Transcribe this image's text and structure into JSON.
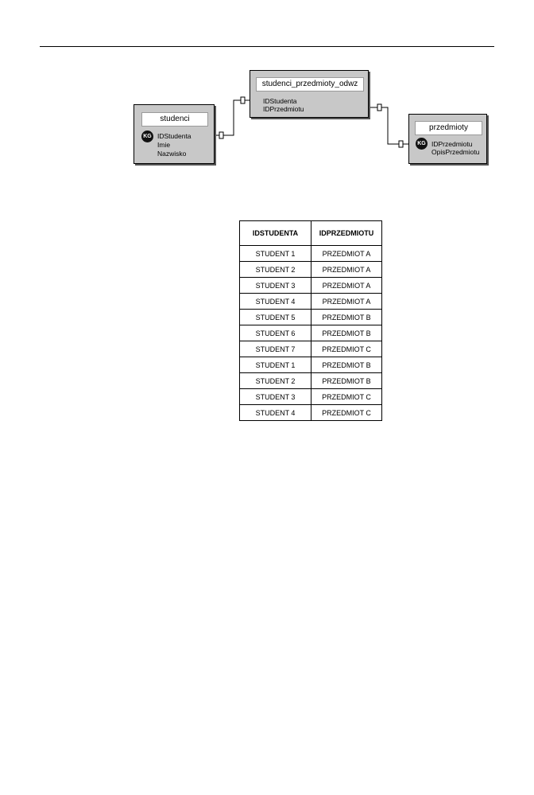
{
  "entities": {
    "studenci": {
      "name": "studenci",
      "pk_badge": "KG",
      "fields": [
        "IDStudenta",
        "Imie",
        "Nazwisko"
      ]
    },
    "odwz": {
      "name": "studenci_przedmioty_odwz",
      "fields": [
        "IDStudenta",
        "IDPrzedmiotu"
      ]
    },
    "przedmioty": {
      "name": "przedmioty",
      "pk_badge": "KG",
      "fields": [
        "IDPrzedmiotu",
        "OpisPrzedmiotu"
      ]
    }
  },
  "table": {
    "headers": [
      "IDSTUDENTA",
      "IDPRZEDMIOTU"
    ],
    "rows": [
      [
        "STUDENT 1",
        "PRZEDMIOT A"
      ],
      [
        "STUDENT 2",
        "PRZEDMIOT A"
      ],
      [
        "STUDENT 3",
        "PRZEDMIOT A"
      ],
      [
        "STUDENT 4",
        "PRZEDMIOT A"
      ],
      [
        "STUDENT 5",
        "PRZEDMIOT B"
      ],
      [
        "STUDENT 6",
        "PRZEDMIOT B"
      ],
      [
        "STUDENT 7",
        "PRZEDMIOT C"
      ],
      [
        "STUDENT 1",
        "PRZEDMIOT B"
      ],
      [
        "STUDENT 2",
        "PRZEDMIOT B"
      ],
      [
        "STUDENT 3",
        "PRZEDMIOT C"
      ],
      [
        "STUDENT 4",
        "PRZEDMIOT C"
      ]
    ]
  }
}
